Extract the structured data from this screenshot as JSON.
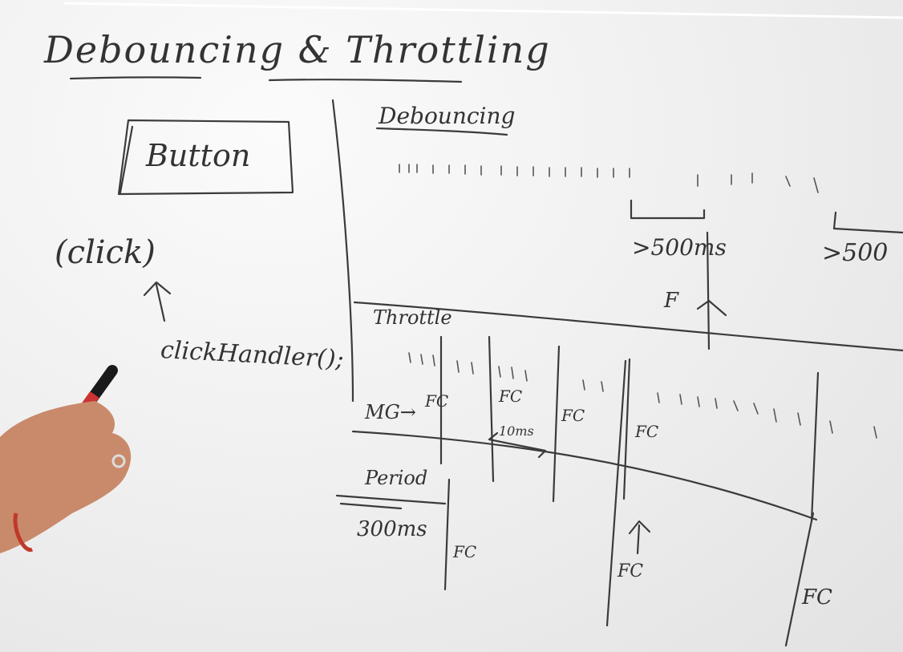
{
  "board": {
    "title": "Debouncing & Throttling",
    "button_label": "Button",
    "click_label": "(click)",
    "handler_label": "clickHandler();",
    "debouncing": {
      "heading": "Debouncing",
      "gap_label_1": ">500ms",
      "gap_label_2": ">500",
      "fire_label": "F"
    },
    "throttling": {
      "heading": "Throttle",
      "mg_label": "MG→",
      "interval_label": "10ms",
      "fc_label": "FC",
      "period_label": "Period",
      "period_value": "300ms"
    }
  },
  "colors": {
    "marker_ink": "#3b3b3b",
    "board": "#eeeeee",
    "skin": "#c98a6b"
  },
  "icons": {
    "pen": "marker-pen-icon",
    "hand": "hand-photo"
  }
}
